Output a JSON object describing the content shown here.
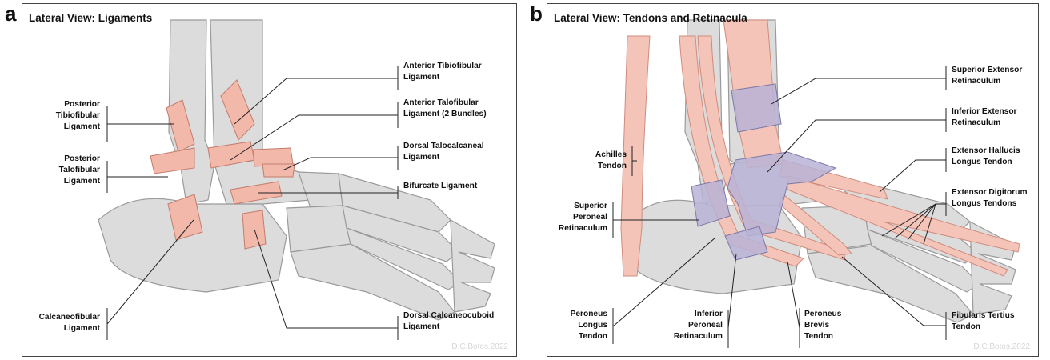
{
  "panels": [
    {
      "letter": "a",
      "title": "Lateral View: Ligaments",
      "signature": "D.C.Botos.2022",
      "labels": {
        "posterior_tibiofibular": [
          "Posterior",
          "Tibiofibular",
          "Ligament"
        ],
        "posterior_talofibular": [
          "Posterior",
          "Talofibular",
          "Ligament"
        ],
        "calcaneofibular": [
          "Calcaneofibular",
          "Ligament"
        ],
        "anterior_tibiofibular": [
          "Anterior Tibiofibular",
          "Ligament"
        ],
        "anterior_talofibular": [
          "Anterior Talofibular",
          "Ligament (2 Bundles)"
        ],
        "dorsal_talocalcaneal": [
          "Dorsal Talocalcaneal",
          "Ligament"
        ],
        "bifurcate": [
          "Bifurcate Ligament"
        ],
        "dorsal_calcaneocuboid": [
          "Dorsal Calcaneocuboid",
          "Ligament"
        ]
      }
    },
    {
      "letter": "b",
      "title": "Lateral View: Tendons and Retinacula",
      "signature": "D.C.Botos.2022",
      "labels": {
        "achilles": [
          "Achilles",
          "Tendon"
        ],
        "superior_peroneal": [
          "Superior",
          "Peroneal",
          "Retinaculum"
        ],
        "peroneus_longus": [
          "Peroneus",
          "Longus",
          "Tendon"
        ],
        "inferior_peroneal": [
          "Inferior",
          "Peroneal",
          "Retinaculum"
        ],
        "peroneus_brevis": [
          "Peroneus",
          "Brevis",
          "Tendon"
        ],
        "superior_extensor": [
          "Superior Extensor",
          "Retinaculum"
        ],
        "inferior_extensor": [
          "Inferior Extensor",
          "Retinaculum"
        ],
        "ext_hallucis": [
          "Extensor Hallucis",
          "Longus Tendon"
        ],
        "ext_digitorum": [
          "Extensor Digitorum",
          "Longus Tendons"
        ],
        "fibularis_tertius": [
          "Fibularis Tertius",
          "Tendon"
        ]
      }
    }
  ],
  "colors": {
    "bone": "#dcdcdc",
    "bone_edge": "#9a9a9a",
    "ligament": "#f2b8aa",
    "retinaculum": "#b7b3d6",
    "tendon": "#f4c4b8"
  }
}
